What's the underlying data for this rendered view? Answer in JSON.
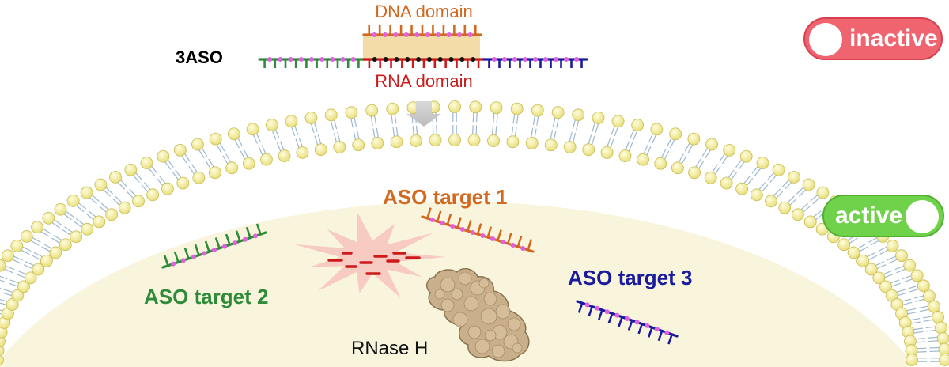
{
  "molecule": {
    "name": "3ASO",
    "dna_label": "DNA domain",
    "rna_label": "RNA domain"
  },
  "cell": {
    "targets": [
      {
        "label": "ASO target 1",
        "color": "#d2691e"
      },
      {
        "label": "ASO target 2",
        "color": "#2e8b3a"
      },
      {
        "label": "ASO target 3",
        "color": "#1a1a9c"
      }
    ],
    "enzyme_label": "RNase H"
  },
  "states": {
    "inactive": {
      "label": "inactive",
      "color": "#f06470"
    },
    "active": {
      "label": "active",
      "color": "#6fd24a"
    }
  },
  "colors": {
    "dna": "#d2691e",
    "rna": "#cc1a1a",
    "green": "#2e8b3a",
    "blue": "#1a1a9c",
    "bead": "#e060e0",
    "membrane_head": "#f4f0a0",
    "cytoplasm": "#f8f5dc"
  }
}
